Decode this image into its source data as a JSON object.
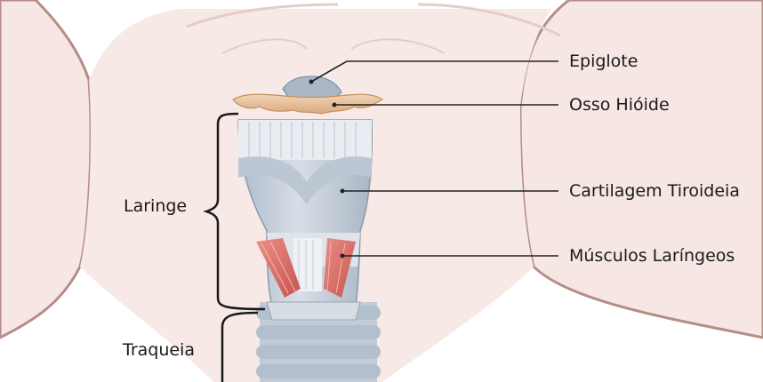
{
  "labels": {
    "epiglote": "Epiglote",
    "osso_hioide": "Osso Hióide",
    "cartilagem_tiroideia": "Cartilagem Tiroideia",
    "musculos_laringeos": "Músculos Laríngeos",
    "laringe": "Laringe",
    "traqueia": "Traqueia"
  },
  "colors": {
    "skin": "#f6e7e4",
    "outline": "#b58c86",
    "cartilage": "#c9d3de",
    "hyoid_bone": "#e7c29f",
    "muscle": "#d9706a",
    "leader_line": "#222222"
  }
}
